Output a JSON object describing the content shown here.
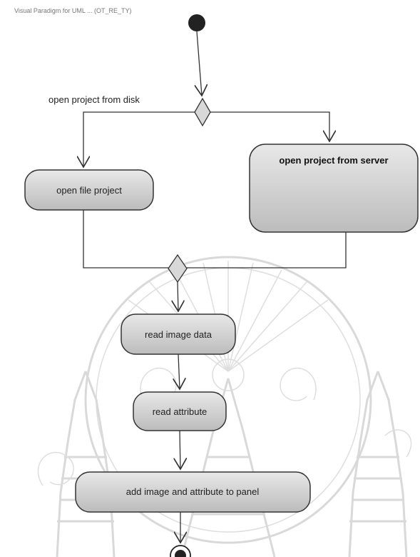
{
  "diagram": {
    "title": "Visual Paradigm for UML ... (OT_RE_TY)",
    "guard_label": "open project from disk",
    "nodes": {
      "open_file_project": "open file project",
      "open_project_from_server": "open project from server",
      "read_image_data": "read image data",
      "read_attribute": "read attribute",
      "add_image_and_attribute": "add image and attribute to panel"
    }
  },
  "colors": {
    "node_fill_light": "#e6e6e6",
    "node_fill_dark": "#bdbdbd",
    "stroke": "#333333",
    "watermark": "#d9d9d9"
  }
}
